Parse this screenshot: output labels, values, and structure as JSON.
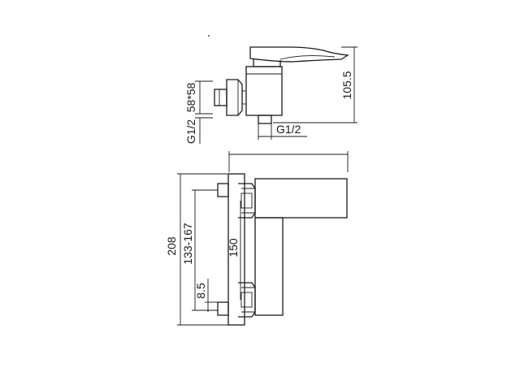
{
  "dimensions": {
    "square_size": "58*58",
    "height_top": "105.5",
    "thread_left": "G1/2",
    "thread_bottom": "G1/2",
    "overall_height": "208",
    "center_range": "133-167",
    "center_distance": "150",
    "offset": "8.5"
  }
}
